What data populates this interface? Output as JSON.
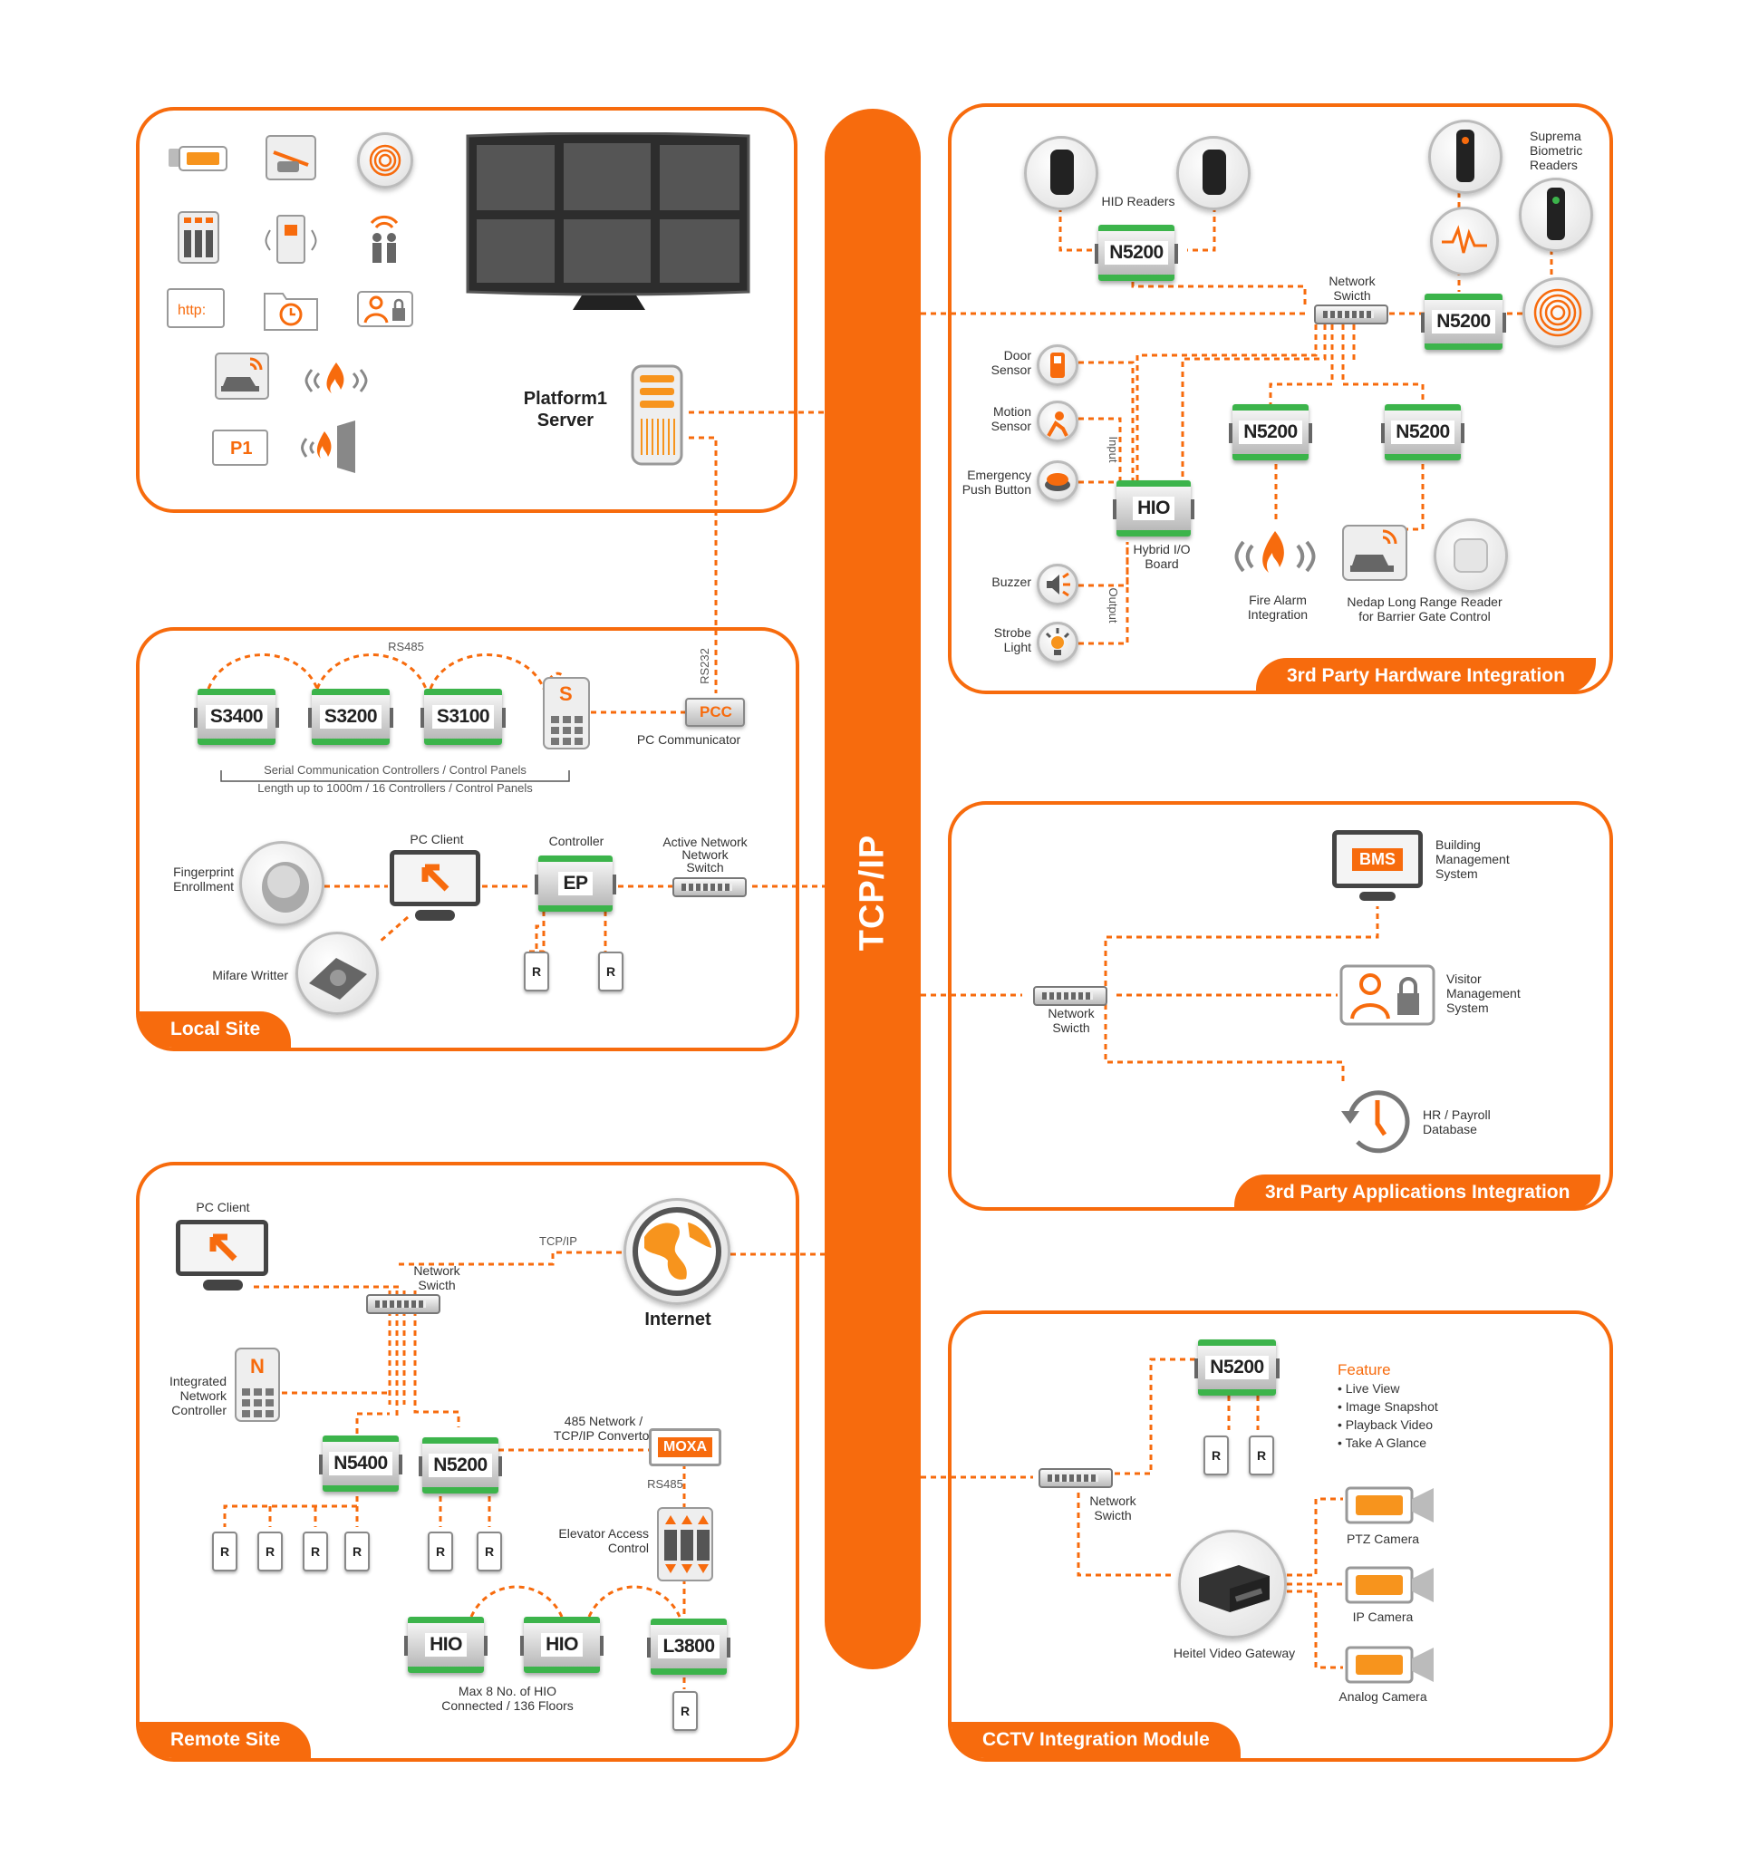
{
  "bus_label": "TCP/IP",
  "colors": {
    "accent": "#f76b0d",
    "panel_green": "#3cb44b"
  },
  "panels": {
    "local_site": "Local Site",
    "remote_site": "Remote Site",
    "hardware": "3rd Party Hardware Integration",
    "applications": "3rd Party Applications Integration",
    "cctv": "CCTV Integration Module"
  },
  "server": {
    "label": "Platform1\nServer"
  },
  "server_icons": [
    "camera-icon",
    "barrier-gate-icon",
    "fingerprint-icon",
    "elevator-icon",
    "door-icon",
    "wireless-people-icon",
    "http-icon",
    "history-folder-icon",
    "visitor-lock-icon",
    "car-reader-icon",
    "fire-alarm-icon",
    "p1-icon",
    "fire-door-icon"
  ],
  "server_http": "http:",
  "server_p1": "P1",
  "local": {
    "rs485": "RS485",
    "rs232": "RS232",
    "controllers": [
      "S3400",
      "S3200",
      "S3100"
    ],
    "keypad_letter": "S",
    "pcc": "PCC",
    "pc_communicator": "PC Communicator",
    "serial_note_1": "Serial Communication Controllers / Control Panels",
    "serial_note_2": "Length up to 1000m / 16 Controllers / Control Panels",
    "pc_client": "PC Client",
    "controller": "Controller",
    "ep": "EP",
    "active_switch": "Active Network\nNetwork\nSwitch",
    "fingerprint": "Fingerprint\nEnrollment",
    "mifare": "Mifare Writter",
    "reader": "R"
  },
  "remote": {
    "pc_client": "PC Client",
    "tcpip": "TCP/IP",
    "internet": "Internet",
    "switch": "Network\nSwicth",
    "integrated": "Integrated\nNetwork\nController",
    "keypad_letter": "N",
    "convertor": "485 Network /\nTCP/IP Convertor",
    "moxa": "MOXA",
    "rs485": "RS485",
    "elevator": "Elevator Access\nControl",
    "controllers": [
      "N5400",
      "N5200"
    ],
    "hio": [
      "HIO",
      "HIO"
    ],
    "l3800": "L3800",
    "hio_note": "Max 8 No. of HIO\nConnected / 136 Floors",
    "reader": "R"
  },
  "hardware": {
    "hid": "HID Readers",
    "suprema": "Suprema\nBiometric\nReaders",
    "switch": "Network\nSwicth",
    "n5200": "N5200",
    "door_sensor": "Door\nSensor",
    "motion_sensor": "Motion\nSensor",
    "emergency": "Emergency\nPush Button",
    "buzzer": "Buzzer",
    "strobe": "Strobe\nLight",
    "input": "Input",
    "output": "Output",
    "hio": "HIO",
    "hio_label": "Hybrid I/O\nBoard",
    "fire": "Fire Alarm\nIntegration",
    "nedap": "Nedap Long Range Reader\nfor Barrier Gate Control"
  },
  "applications": {
    "bms": "BMS",
    "bms_label": "Building\nManagement\nSystem",
    "switch": "Network\nSwicth",
    "vms": "Visitor\nManagement\nSystem",
    "hr": "HR / Payroll\nDatabase"
  },
  "cctv": {
    "n5200": "N5200",
    "reader": "R",
    "feature_title": "Feature",
    "features": [
      "• Live View",
      "• Image Snapshot",
      "• Playback Video",
      "• Take A Glance"
    ],
    "switch": "Network\nSwicth",
    "gateway": "Heitel Video Gateway",
    "ptz": "PTZ Camera",
    "ip": "IP Camera",
    "analog": "Analog Camera"
  }
}
